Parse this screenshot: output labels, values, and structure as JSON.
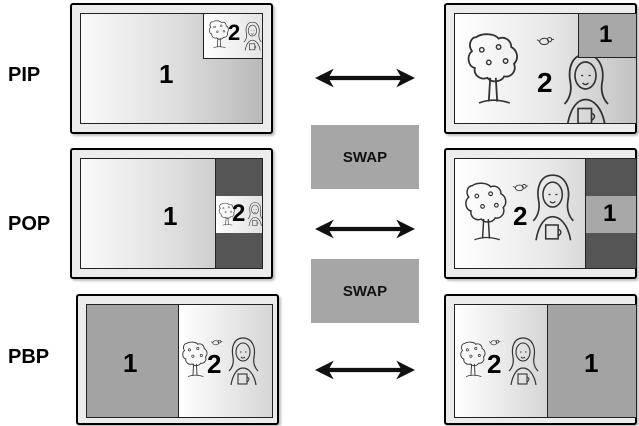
{
  "modes": {
    "pip": "PIP",
    "pop": "POP",
    "pbp": "PBP"
  },
  "swap": {
    "first": "SWAP",
    "second": "SWAP"
  },
  "source_labels": {
    "pip_left_main": "1",
    "pip_left_inset": "2",
    "pip_right_main": "2",
    "pip_right_inset": "1",
    "pop_left_main": "1",
    "pop_left_side": "2",
    "pop_right_main": "2",
    "pop_right_side": "1",
    "pbp_left_a": "1",
    "pbp_left_b": "2",
    "pbp_right_a": "2",
    "pbp_right_b": "1"
  },
  "colors": {
    "pane_gray": "#a8a8a8",
    "pane_dark": "#555555",
    "swap_box": "#a6a6a6"
  },
  "icons": [
    "tree-icon",
    "bird-icon",
    "woman-with-cup-icon",
    "double-arrow-icon"
  ]
}
